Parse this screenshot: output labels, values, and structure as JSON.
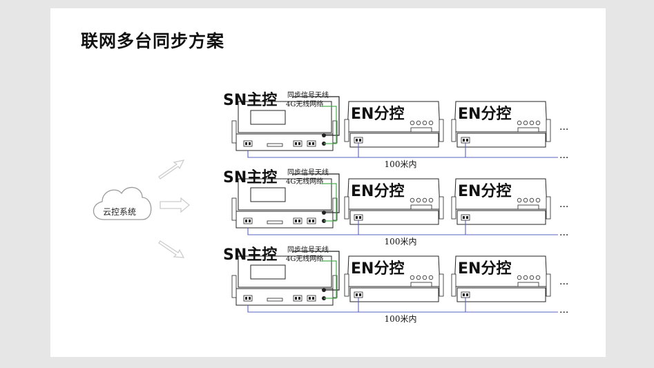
{
  "slide": {
    "title": "联网多台同步方案"
  },
  "cloud": {
    "label": "云控系统",
    "icon": "cloud-icon"
  },
  "rows": [
    {
      "master_label": "SN主控",
      "antenna_sync": "同步信号天线",
      "antenna_4g": "4G无线网络",
      "slave_labels": [
        "EN分控",
        "EN分控"
      ],
      "distance": "100米内",
      "ellipsis_top": "...",
      "ellipsis_bottom": "..."
    },
    {
      "master_label": "SN主控",
      "antenna_sync": "同步信号天线",
      "antenna_4g": "4G无线网络",
      "slave_labels": [
        "EN分控",
        "EN分控"
      ],
      "distance": "100米内",
      "ellipsis_top": "...",
      "ellipsis_bottom": "..."
    },
    {
      "master_label": "SN主控",
      "antenna_sync": "同步信号天线",
      "antenna_4g": "4G无线网络",
      "slave_labels": [
        "EN分控",
        "EN分控"
      ],
      "distance": "100米内",
      "ellipsis_top": "...",
      "ellipsis_bottom": "..."
    }
  ],
  "colors": {
    "sync_wire": "#222222",
    "net_wire": "#4caf50",
    "link_wire": "#5560c0",
    "arrow": "#cccccc"
  }
}
